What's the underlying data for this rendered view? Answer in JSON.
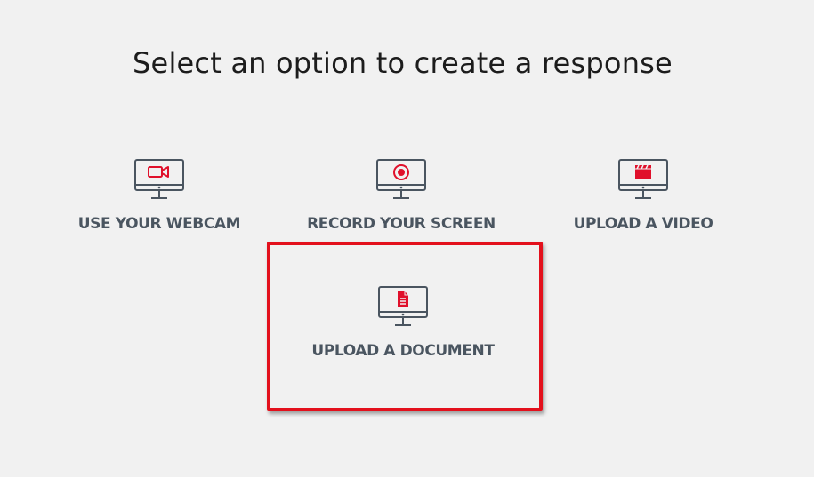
{
  "page": {
    "title": "Select an option to create a response"
  },
  "options": [
    {
      "label": "USE YOUR WEBCAM",
      "icon": "webcam-icon"
    },
    {
      "label": "RECORD YOUR SCREEN",
      "icon": "record-screen-icon"
    },
    {
      "label": "UPLOAD A VIDEO",
      "icon": "video-clapperboard-icon"
    },
    {
      "label": "UPLOAD A DOCUMENT",
      "icon": "document-icon"
    }
  ],
  "colors": {
    "background": "#f1f1f1",
    "icon_stroke": "#4a5560",
    "accent": "#e0102b",
    "highlight_border": "#e3101c"
  }
}
